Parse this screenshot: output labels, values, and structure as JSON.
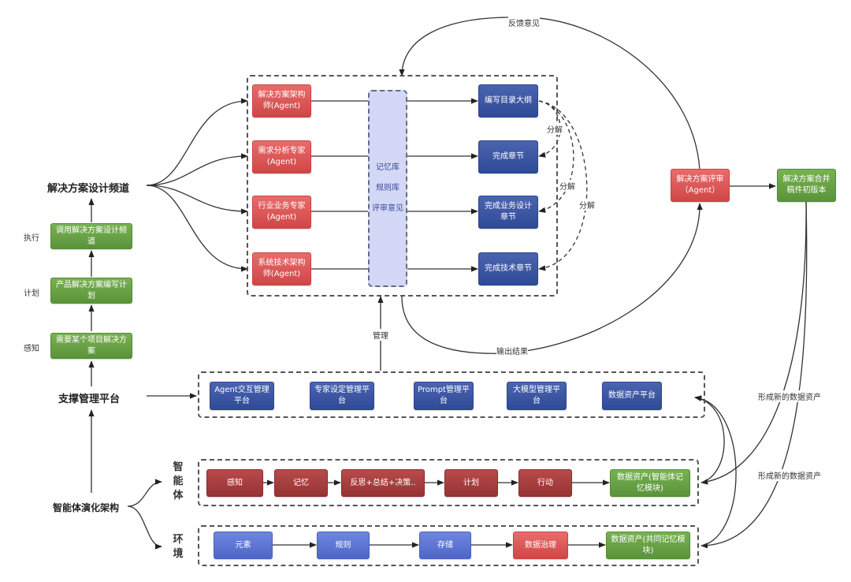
{
  "colors": {
    "agent_red": "#d95757",
    "output_blue": "#3b55a3",
    "flow_green": "#66a043",
    "memory_lavender": "#d3d8f6",
    "agent_dark_red": "#a63e3e",
    "env_blue": "#5e77d6"
  },
  "left_column": {
    "channel_title": "解决方案设计频道",
    "steps": [
      {
        "stage": "执行",
        "label": "调用解决方案设计频道"
      },
      {
        "stage": "计划",
        "label": "产品解决方案编写计划"
      },
      {
        "stage": "感知",
        "label": "需要某个项目解决方案"
      }
    ],
    "platform_title": "支撑管理平台",
    "architecture_title": "智能体演化架构"
  },
  "design_channel": {
    "agents": [
      "解决方案架构师(Agent)",
      "需求分析专家(Agent)",
      "行业业务专家(Agent)",
      "系统技术架构师(Agent)"
    ],
    "memory_store": [
      "记忆库",
      "规则库",
      "评审意见"
    ],
    "outputs": [
      "编写目录大纲",
      "完成章节",
      "完成业务设计章节",
      "完成技术章节"
    ],
    "decompose_label": "分解"
  },
  "review": {
    "reviewer": "解决方案评审（Agent）",
    "merged": "解决方案合并稿件初版本",
    "feedback_label": "反馈意见",
    "output_label": "输出结果",
    "manage_label": "管理"
  },
  "platforms": [
    "Agent交互管理平台",
    "专家设定管理平台",
    "Prompt管理平台",
    "大模型管理平台",
    "数据资产平台"
  ],
  "new_asset_labels": [
    "形成新的数据资产",
    "形成新的数据资产"
  ],
  "agent_row": {
    "title": "智能体",
    "steps": [
      "感知",
      "记忆",
      "反思+总结+决策..",
      "计划",
      "行动"
    ],
    "asset": "数据资产(智能体记忆模块)"
  },
  "env_row": {
    "title": "环境",
    "steps": [
      "元素",
      "规则",
      "存储",
      "数据治理"
    ],
    "asset": "数据资产(共同记忆模块)"
  }
}
